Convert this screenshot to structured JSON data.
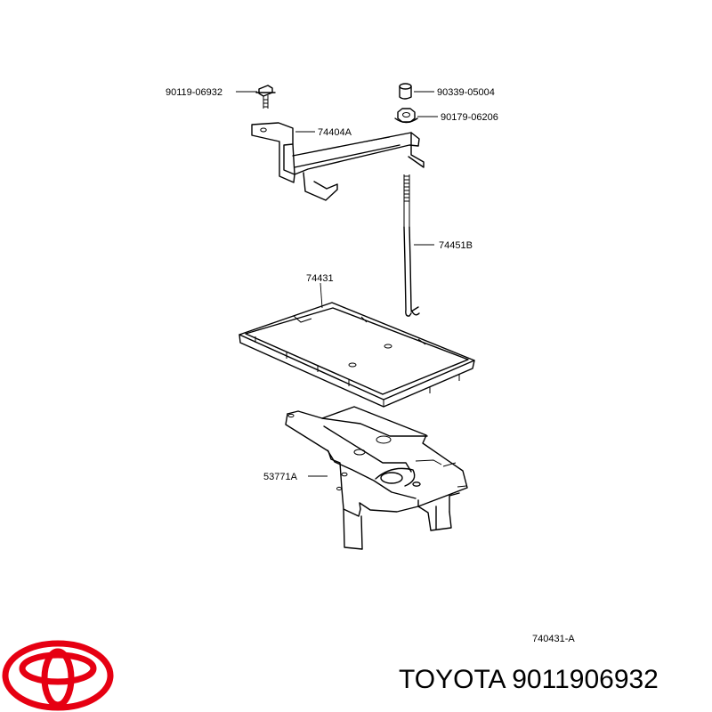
{
  "parts": {
    "bolt": "90119-06932",
    "spacer": "90339-05004",
    "nut": "90179-06206",
    "clamp": "74404A",
    "rod": "74451B",
    "tray": "74431",
    "carrier": "53771A"
  },
  "diagram_id": "740431-A",
  "footer": {
    "brand_text": "TOYOTA 9011906932"
  },
  "colors": {
    "logo": "#e60012",
    "ink": "#000000"
  }
}
